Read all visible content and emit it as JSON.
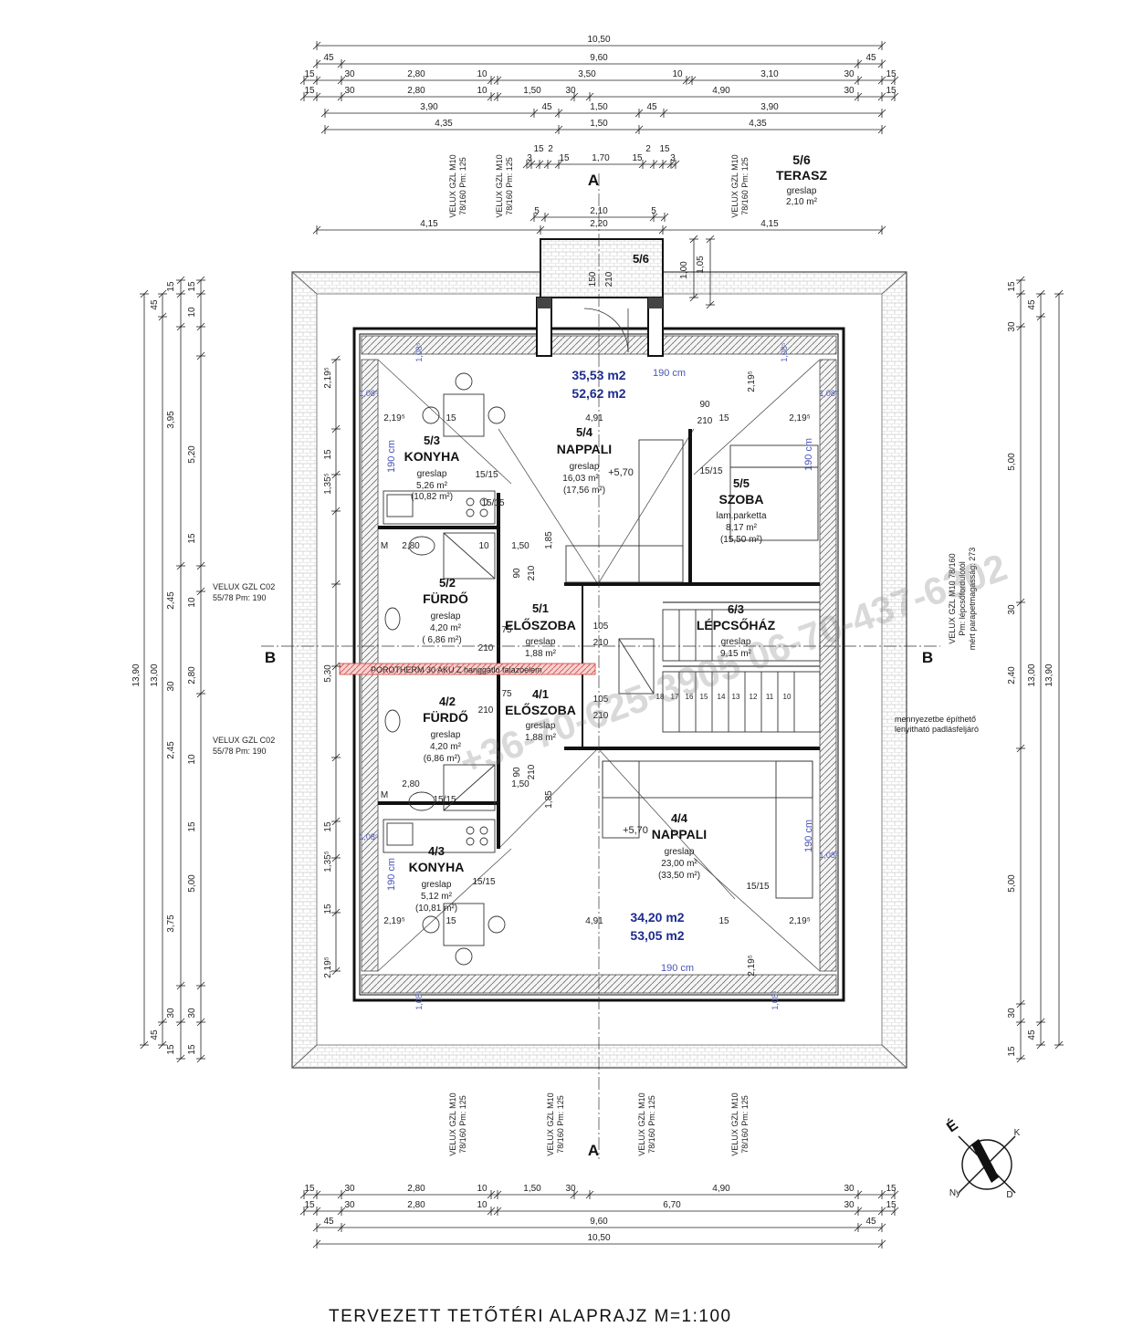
{
  "title": "TERVEZETT  TETŐTÉRI  ALAPRAJZ  M=1:100",
  "watermark": "+36-70-625-3905 06-70-437-6302",
  "dims_top": {
    "r1": [
      "10,50"
    ],
    "r2": [
      "45",
      "9,60",
      "45"
    ],
    "r3": [
      "15",
      "30",
      "2,80",
      "10",
      "3,50",
      "10",
      "3,10",
      "30",
      "15"
    ],
    "r4": [
      "15",
      "30",
      "2,80",
      "10",
      "1,50",
      "30",
      "4,90",
      "30",
      "15"
    ],
    "r5": [
      "3,90",
      "45",
      "1,50",
      "45",
      "3,90"
    ],
    "r6": [
      "4,35",
      "1,50",
      "4,35"
    ],
    "r7": [
      "3",
      "15",
      "2",
      "15",
      "1,70",
      "15",
      "2",
      "15",
      "3"
    ],
    "r8": [
      "5",
      "2,10",
      "5"
    ],
    "r9": [
      "4,15",
      "2,20",
      "4,15"
    ]
  },
  "dims_bottom": {
    "r1": [
      "15",
      "30",
      "2,80",
      "10",
      "1,50",
      "30",
      "4,90",
      "30",
      "15"
    ],
    "r2": [
      "15",
      "30",
      "2,80",
      "10",
      "6,70",
      "30",
      "15"
    ],
    "r3": [
      "45",
      "9,60",
      "45"
    ],
    "r4": [
      "10,50"
    ]
  },
  "dims_left": {
    "c1": [
      "13,90"
    ],
    "c2": [
      "13,00"
    ],
    "c3": [
      "45",
      "5,20",
      "5,30",
      "3,75",
      "30",
      "45"
    ],
    "c4": [
      "15",
      "10",
      "2,19⁵",
      "3,95",
      "2,45",
      "30",
      "2,45",
      "5,00",
      "2,19⁵",
      "15",
      "15"
    ],
    "c5": [
      "15",
      "15",
      "1,35⁵",
      "15",
      "10",
      "2,80",
      "10",
      "15",
      "1,35⁵",
      "15",
      "30",
      "15"
    ]
  },
  "dims_right": {
    "c1": [
      "13,90"
    ],
    "c2": [
      "13,00"
    ],
    "c3": [
      "45",
      "5,00",
      "2,40",
      "5,00",
      "45"
    ],
    "c4": [
      "15",
      "30",
      "30",
      "30",
      "15"
    ]
  },
  "porch": {
    "label": "5/6",
    "d1": "150",
    "d2": "210",
    "d3": "1,00",
    "d4": "1,05"
  },
  "terrace": {
    "num": "5/6",
    "name": "TERASZ",
    "floor": "greslap",
    "area": "2,10 m²"
  },
  "rooms": [
    {
      "num": "5/3",
      "name": "KONYHA",
      "floor": "greslap",
      "area": "5,26 m²",
      "area2": "(10,82 m²)"
    },
    {
      "num": "5/4",
      "name": "NAPPALI",
      "floor": "greslap",
      "area": "16,03 m²",
      "area2": "(17,56 m²)"
    },
    {
      "num": "5/5",
      "name": "SZOBA",
      "floor": "lam.parketta",
      "area": "8,17 m²",
      "area2": "(15,50 m²)"
    },
    {
      "num": "5/2",
      "name": "FÜRDŐ",
      "floor": "greslap",
      "area": "4,20 m²",
      "area2": "( 6,86 m²)"
    },
    {
      "num": "5/1",
      "name": "ELŐSZOBA",
      "floor": "greslap",
      "area": "1,88 m²",
      "area2": ""
    },
    {
      "num": "6/3",
      "name": "LÉPCSŐHÁZ",
      "floor": "greslap",
      "area": "9,15 m²",
      "area2": ""
    },
    {
      "num": "4/2",
      "name": "FÜRDŐ",
      "floor": "greslap",
      "area": "4,20 m²",
      "area2": "(6,86 m²)"
    },
    {
      "num": "4/1",
      "name": "ELŐSZOBA",
      "floor": "greslap",
      "area": "1,88 m²",
      "area2": ""
    },
    {
      "num": "4/3",
      "name": "KONYHA",
      "floor": "greslap",
      "area": "5,12 m²",
      "area2": "(10,81 m²)"
    },
    {
      "num": "4/4",
      "name": "NAPPALI",
      "floor": "greslap",
      "area": "23,00 m²",
      "area2": "(33,50 m²)"
    }
  ],
  "flat_totals": {
    "top": [
      "35,53 m2",
      "52,62 m2"
    ],
    "bottom": [
      "34,20 m2",
      "53,05 m2"
    ]
  },
  "window_labels": {
    "velux_m10": [
      "VELUX GZL M10",
      "78/160 Pm: 125"
    ],
    "velux_c02": [
      "VELUX GZL C02",
      "55/78 Pm: 190"
    ],
    "velux_stair": [
      "VELUX GZL M10 78/160",
      "Pm: lépcsőfordulótól",
      "mért parapetmagasság: 273"
    ]
  },
  "notes": {
    "porotherm": "POROTHERM 30 AKU Z hanggátló falazóelem",
    "attic_ladder": [
      "mennyezetbe építhető",
      "lenyitható padlásfeljáró"
    ],
    "level_top": "+5,70",
    "level_bottom": "+5,70"
  },
  "sections": {
    "a": "A",
    "b": "B"
  },
  "compass": {
    "n": "É",
    "e": "K",
    "s": "D",
    "w": "Ny"
  },
  "misc_top": {
    "d190a": "190 cm",
    "d190b": "190 cm",
    "d190c": "190 cm",
    "d108a": "1,08⁵",
    "d108b": "1,08⁵",
    "d108c": "1,08⁵",
    "d108d": "1,08⁵",
    "d219a": "2,19⁵",
    "d219b": "2,19⁵",
    "d219c": "2,19⁵",
    "d491": "4,91",
    "d15a": "15",
    "d15b": "15",
    "d1515a": "15/15",
    "d1515b": "15/15",
    "d1515c": "15/15",
    "d90a": "90",
    "d210a": "210",
    "d90b": "90",
    "d210b": "210",
    "d280": "2,80",
    "d10": "10",
    "d150": "1,50",
    "d185": "1,85",
    "d75": "75",
    "d210c": "210",
    "d105": "105",
    "d210d": "210",
    "m": "M"
  },
  "misc_bottom": {
    "d190a": "190 cm",
    "d190b": "190 cm",
    "d190c": "190 cm",
    "d108a": "1,08⁵",
    "d108b": "1,08⁵",
    "d108c": "1,08⁵",
    "d108d": "1,08⁵",
    "d219a": "2,19⁵",
    "d219b": "2,19⁵",
    "d219c": "2,19⁵",
    "d491": "4,91",
    "d15a": "15",
    "d15b": "15",
    "d1515a": "15/15",
    "d1515b": "15/15",
    "d1515c": "15/15",
    "d90": "90",
    "d210": "210",
    "d280": "2,80",
    "d150": "1,50",
    "d185": "1,85",
    "d75": "75",
    "d210c": "210",
    "d105": "105",
    "d210d": "210",
    "m": "M"
  },
  "stair_steps": [
    "18",
    "17",
    "16",
    "15",
    "14",
    "13",
    "12",
    "11",
    "10"
  ]
}
